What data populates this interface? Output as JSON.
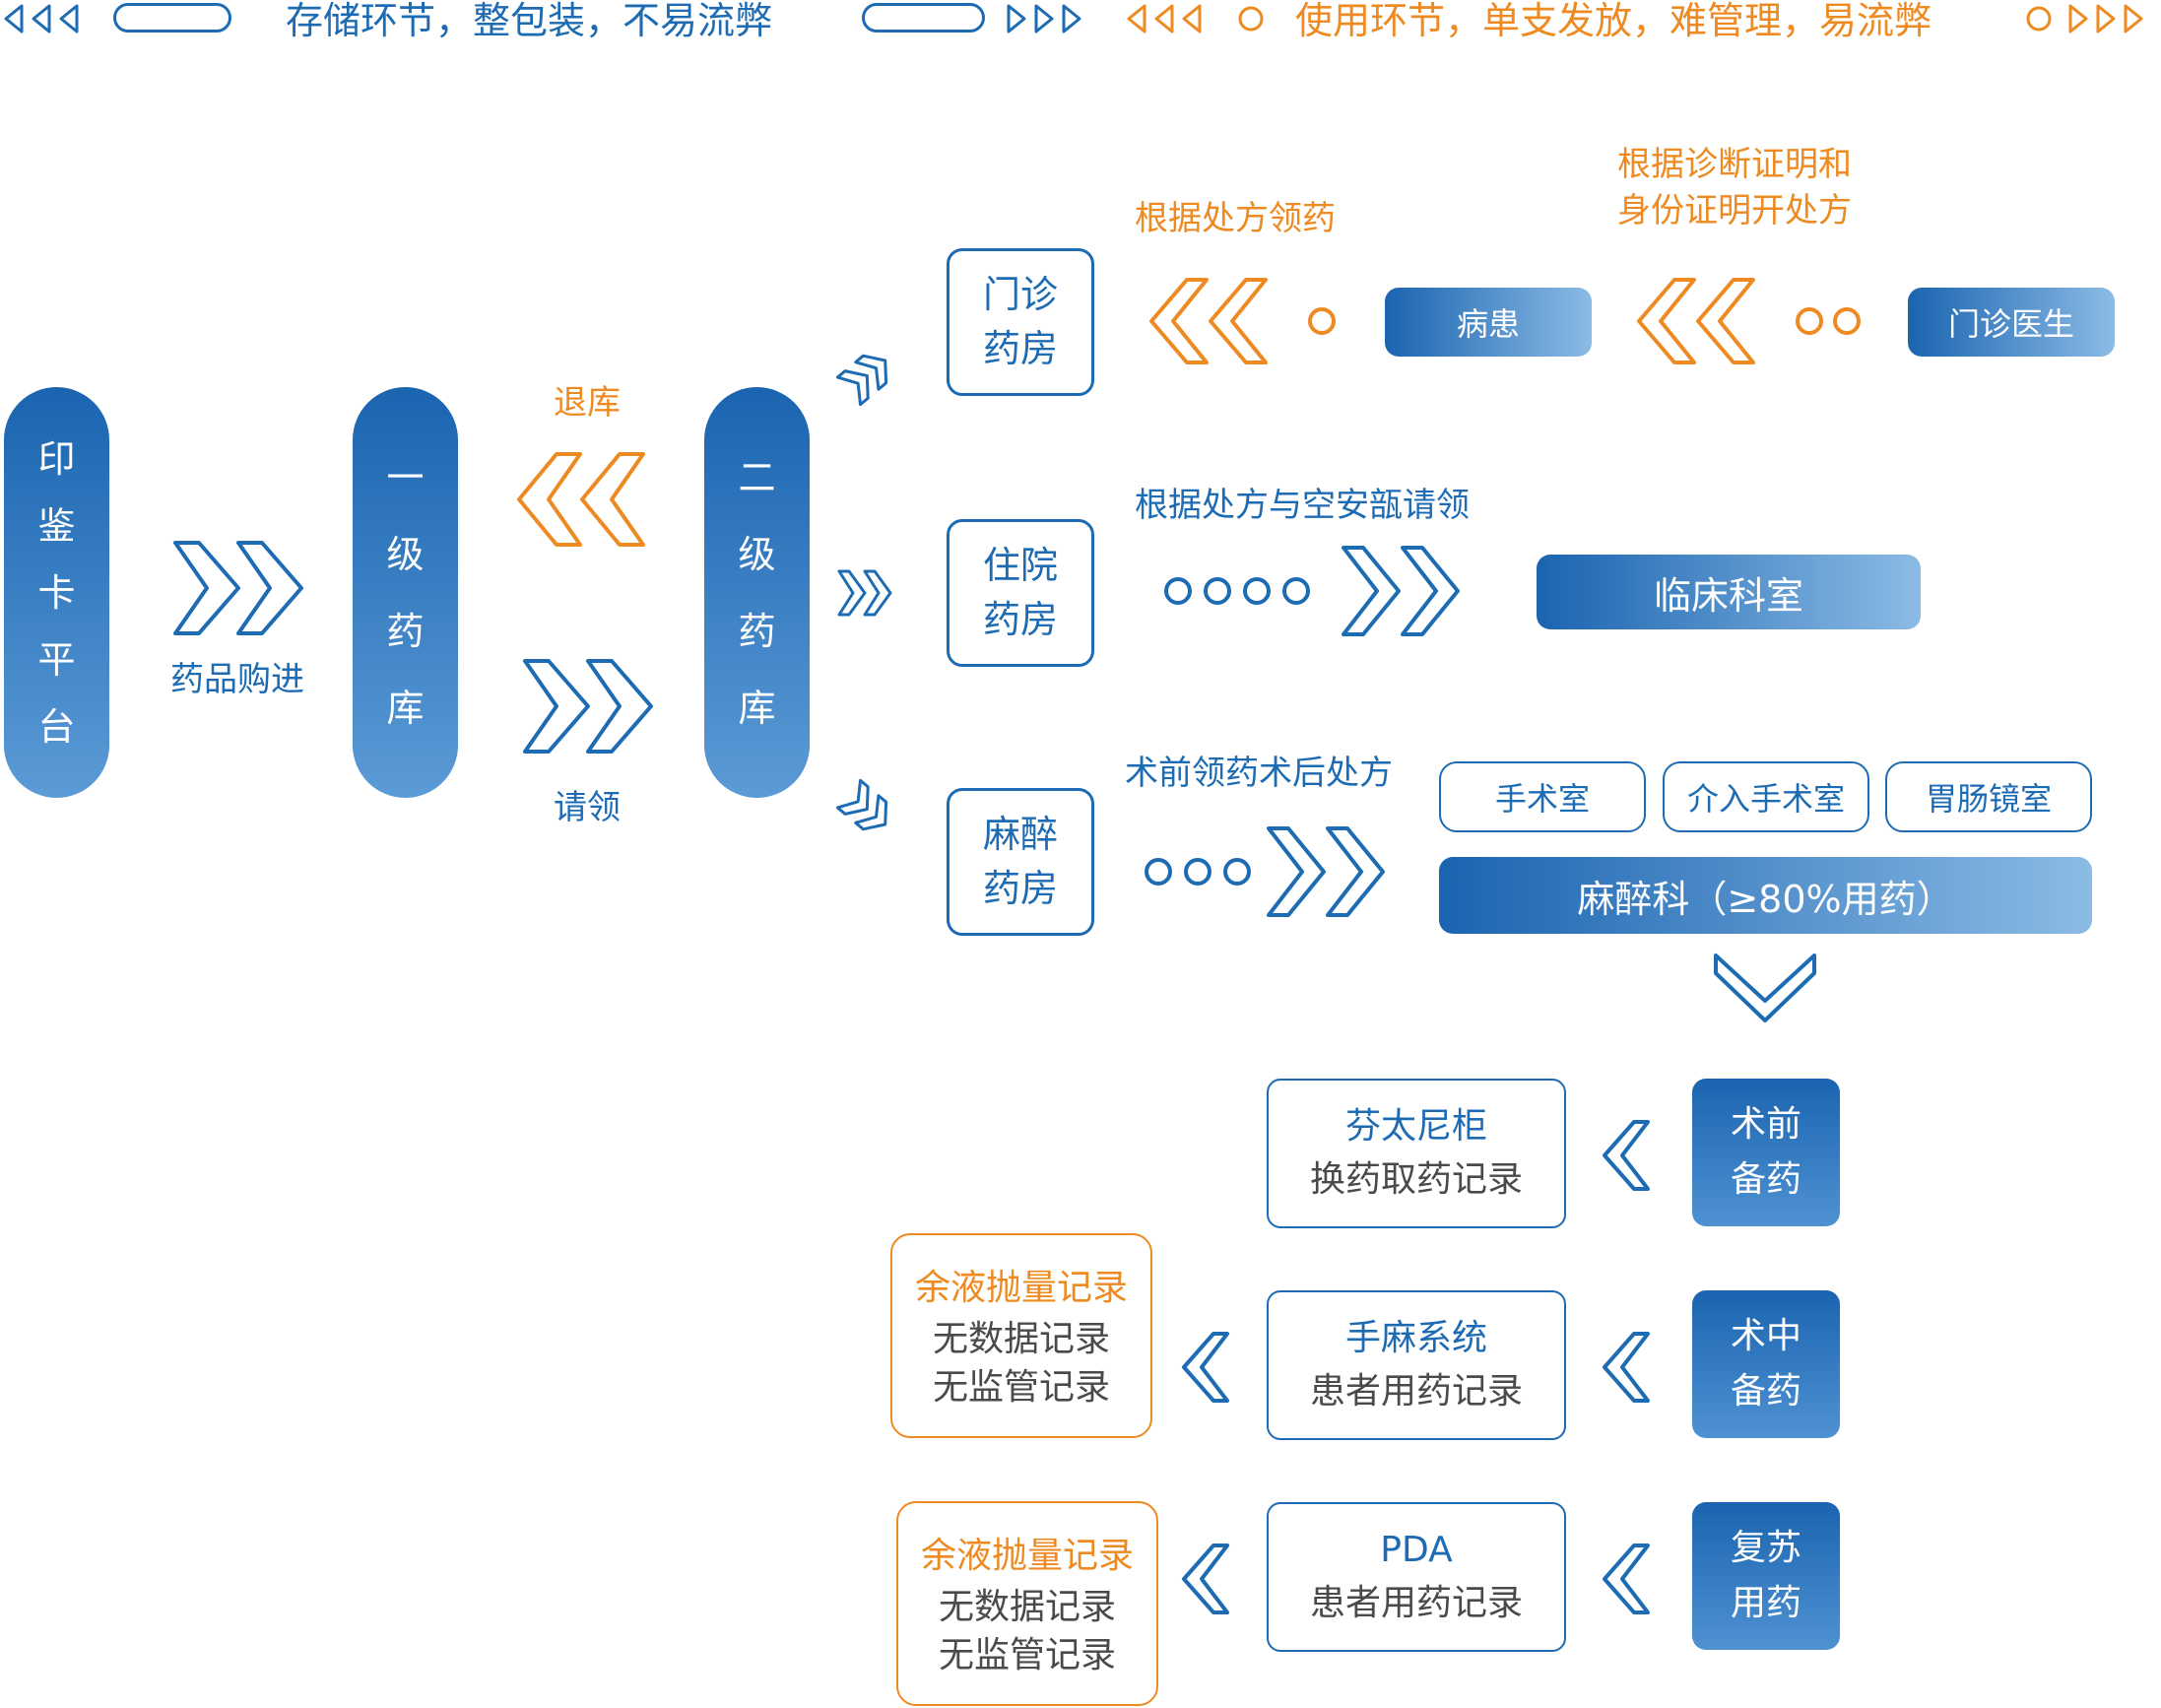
{
  "colors": {
    "blue": "#1d6bb3",
    "orange": "#ee8a22",
    "gray": "#4a4a4a"
  },
  "header": {
    "left_text": "存储环节，整包装，不易流弊",
    "right_text": "使用环节，单支发放，难管理，易流弊"
  },
  "platform": {
    "label": [
      "印",
      "鉴",
      "卡",
      "平",
      "台"
    ]
  },
  "level1": {
    "label": [
      "一",
      "级",
      "药",
      "库"
    ]
  },
  "level2": {
    "label": [
      "二",
      "级",
      "药",
      "库"
    ]
  },
  "purchase_label": "药品购进",
  "return_label": "退库",
  "request_label": "请领",
  "outpatient": {
    "box": [
      "门诊",
      "药房"
    ],
    "caption1": "根据处方领药",
    "caption2_line1": "根据诊断证明和",
    "caption2_line2": "身份证明开处方",
    "patient": "病患",
    "doctor": "门诊医生"
  },
  "inpatient": {
    "box": [
      "住院",
      "药房"
    ],
    "caption": "根据处方与空安瓿请领",
    "dept": "临床科室"
  },
  "anesthesia": {
    "box": [
      "麻醉",
      "药房"
    ],
    "caption": "术前领药术后处方",
    "rooms": [
      "手术室",
      "介入手术室",
      "胃肠镜室"
    ],
    "dept": "麻醉科（≥80%用药）"
  },
  "stages": [
    {
      "name": [
        "术前",
        "备药"
      ],
      "record_l1": "芬太尼柜",
      "record_l2": "换药取药记录"
    },
    {
      "name": [
        "术中",
        "备药"
      ],
      "record_l1": "手麻系统",
      "record_l2": "患者用药记录",
      "waste": {
        "title": "余液抛量记录",
        "l1": "无数据记录",
        "l2": "无监管记录"
      }
    },
    {
      "name": [
        "复苏",
        "用药"
      ],
      "record_l1": "PDA",
      "record_l2": "患者用药记录",
      "waste": {
        "title": "余液抛量记录",
        "l1": "无数据记录",
        "l2": "无监管记录"
      }
    }
  ]
}
